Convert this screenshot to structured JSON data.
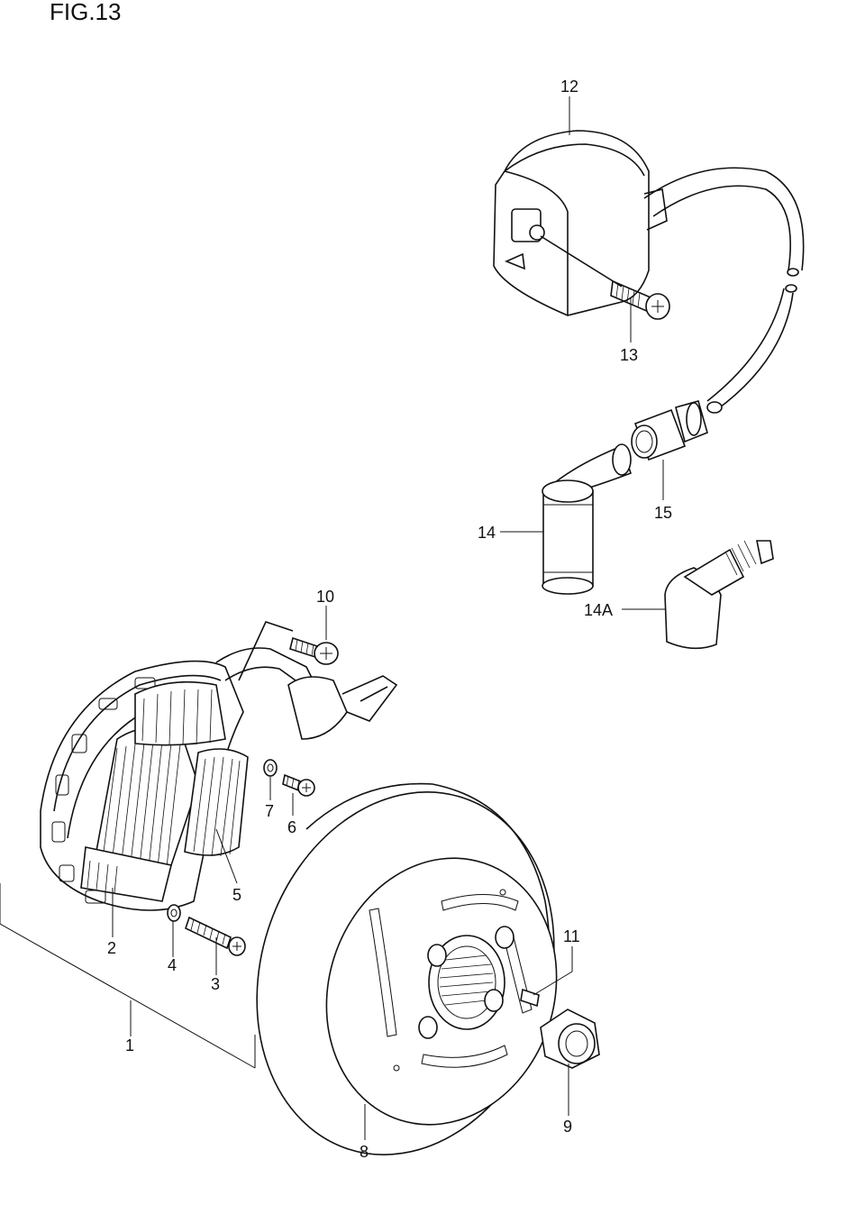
{
  "figure": {
    "title": "FIG.13"
  },
  "callouts": {
    "c1": "1",
    "c2": "2",
    "c3": "3",
    "c4": "4",
    "c5": "5",
    "c6": "6",
    "c7": "7",
    "c8": "8",
    "c9": "9",
    "c10": "10",
    "c11": "11",
    "c12": "12",
    "c13": "13",
    "c14": "14",
    "c14a": "14A",
    "c15": "15"
  }
}
